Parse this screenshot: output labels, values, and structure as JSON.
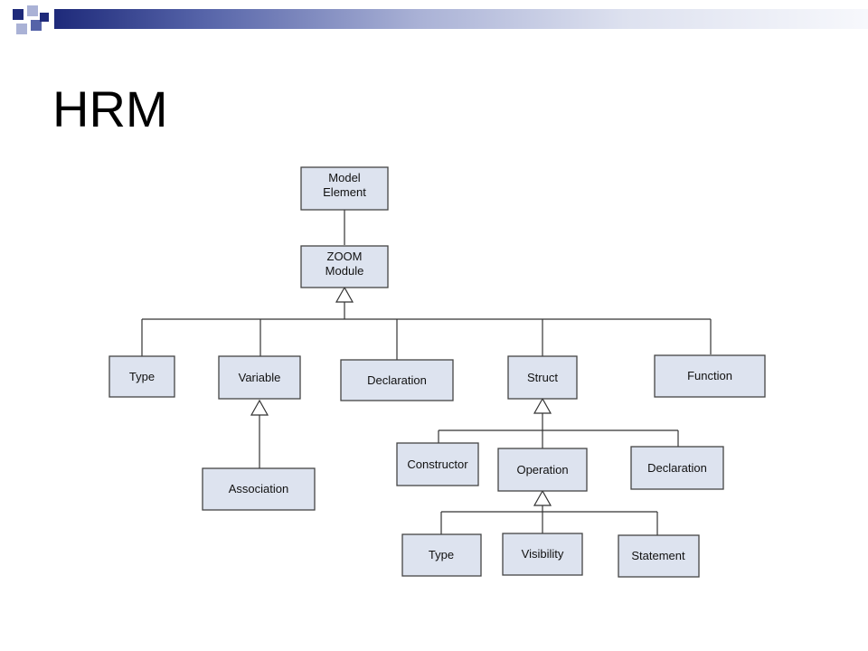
{
  "slide": {
    "title": "HRM"
  },
  "diagram": {
    "nodes": {
      "model_element": "Model\nElement",
      "zoom_module": "ZOOM\nModule",
      "type": "Type",
      "variable": "Variable",
      "declaration": "Declaration",
      "struct": "Struct",
      "function": "Function",
      "association": "Association",
      "constructor": "Constructor",
      "operation": "Operation",
      "struct_declaration": "Declaration",
      "op_type": "Type",
      "visibility": "Visibility",
      "statement": "Statement"
    }
  }
}
